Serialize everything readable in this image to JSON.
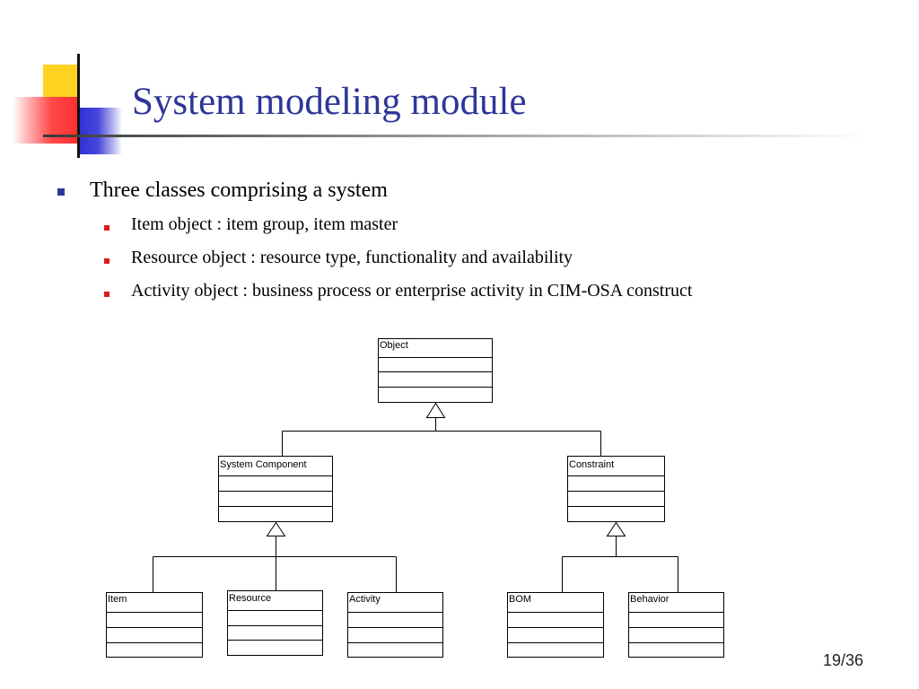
{
  "slide": {
    "title": "System modeling module",
    "page_number": "19/36",
    "accent_colors": {
      "title": "#2f3699",
      "level1_bullet": "#2f3699",
      "level2_bullet": "#e01a1a",
      "decor_yellow": "#ffd320",
      "decor_blue": "#3030d0",
      "decor_red": "#ff4040"
    }
  },
  "bullets": [
    {
      "text": "Three classes comprising a system",
      "level": 1
    },
    {
      "text": "Item object : item group, item master",
      "level": 2
    },
    {
      "text": "Resource object : resource type, functionality and availability",
      "level": 2
    },
    {
      "text": "Activity object : business process or enterprise activity in CIM-OSA construct",
      "level": 2
    }
  ],
  "diagram": {
    "classes": {
      "object": "Object",
      "system_component": "System Component",
      "constraint": "Constraint",
      "item": "Item",
      "resource": "Resource",
      "activity": "Activity",
      "bom": "BOM",
      "behavior": "Behavior"
    },
    "relationships": [
      {
        "type": "generalization",
        "parent": "Object",
        "children": [
          "System Component",
          "Constraint"
        ]
      },
      {
        "type": "generalization",
        "parent": "System Component",
        "children": [
          "Item",
          "Resource",
          "Activity"
        ]
      },
      {
        "type": "generalization",
        "parent": "Constraint",
        "children": [
          "BOM",
          "Behavior"
        ]
      }
    ]
  }
}
